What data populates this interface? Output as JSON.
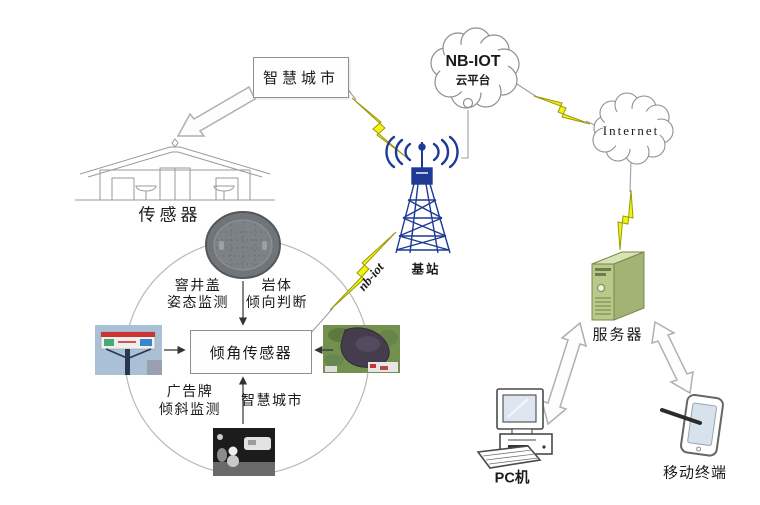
{
  "labels": {
    "smart_city_box": "智慧城市",
    "nbiot_cloud": {
      "line1": "NB-IOT",
      "line2": "云平台"
    },
    "internet": "Internet",
    "sensor": "传感器",
    "base_station": "基站",
    "nbiot_link": "nb-iot",
    "server": "服务器",
    "pc": "PC机",
    "mobile": "移动终端",
    "tilt_sensor_box": "倾角传感器",
    "apps": {
      "manhole_line1": "窨井盖",
      "manhole_line2": "姿态监测",
      "rock_line1": "岩体",
      "rock_line2": "倾向判断",
      "billboard_line1": "广告牌",
      "billboard_line2": "倾斜监测",
      "smart_city": "智慧城市"
    }
  },
  "icons": {
    "tower": "base-station-tower-icon",
    "clouds": "cloud-icon",
    "lightning": "lightning-bolt-icon",
    "server": "server-tower-icon",
    "pc": "desktop-computer-icon",
    "tablet": "tablet-with-stylus-icon",
    "building": "building-section-drawing",
    "manhole": "manhole-cover-photo",
    "billboard": "billboard-photo",
    "rock": "rock-mass-photo",
    "street": "night-street-photo"
  },
  "colors": {
    "lightning_yellow": "#f4f410",
    "lightning_outline": "#99990a",
    "tower_blue": "#1e3a94",
    "server_green": "#b9c98a",
    "line_gray": "#a0a0a0",
    "circle_gray": "#b8b8b8"
  }
}
